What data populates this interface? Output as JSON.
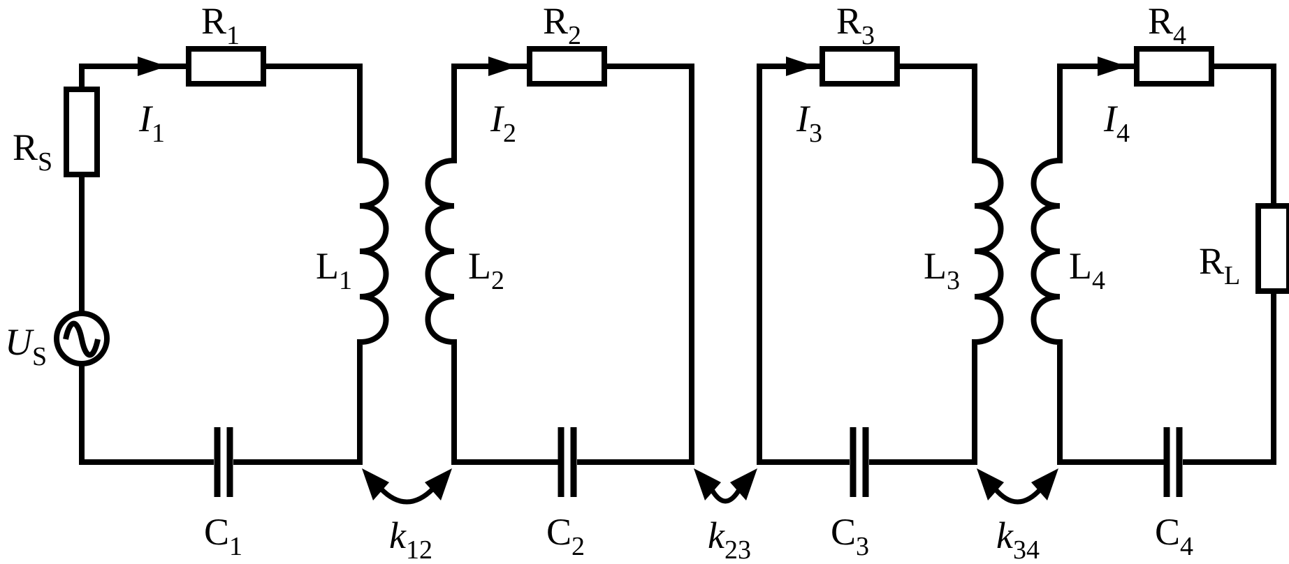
{
  "colors": {
    "line": "#000000",
    "background": "#ffffff"
  },
  "source": {
    "voltage_label": {
      "main": "U",
      "sub": "S"
    },
    "resistor_label": {
      "main": "R",
      "sub": "S"
    }
  },
  "load": {
    "resistor_label": {
      "main": "R",
      "sub": "L"
    }
  },
  "loops": [
    {
      "resistor": {
        "main": "R",
        "sub": "1"
      },
      "current": {
        "main": "I",
        "sub": "1"
      },
      "inductor": {
        "main": "L",
        "sub": "1"
      },
      "capacitor": {
        "main": "C",
        "sub": "1"
      }
    },
    {
      "resistor": {
        "main": "R",
        "sub": "2"
      },
      "current": {
        "main": "I",
        "sub": "2"
      },
      "inductor": {
        "main": "L",
        "sub": "2"
      },
      "capacitor": {
        "main": "C",
        "sub": "2"
      }
    },
    {
      "resistor": {
        "main": "R",
        "sub": "3"
      },
      "current": {
        "main": "I",
        "sub": "3"
      },
      "inductor": {
        "main": "L",
        "sub": "3"
      },
      "capacitor": {
        "main": "C",
        "sub": "3"
      }
    },
    {
      "resistor": {
        "main": "R",
        "sub": "4"
      },
      "current": {
        "main": "I",
        "sub": "4"
      },
      "inductor": {
        "main": "L",
        "sub": "4"
      },
      "capacitor": {
        "main": "C",
        "sub": "4"
      }
    }
  ],
  "couplings": [
    {
      "label": {
        "main": "k",
        "sub": "12"
      }
    },
    {
      "label": {
        "main": "k",
        "sub": "23"
      }
    },
    {
      "label": {
        "main": "k",
        "sub": "34"
      }
    }
  ]
}
